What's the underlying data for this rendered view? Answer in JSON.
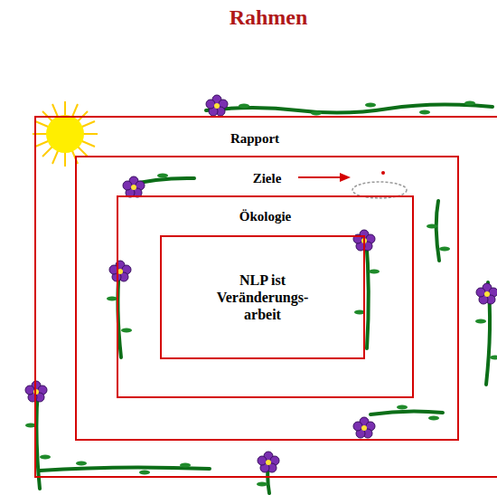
{
  "diagram": {
    "title": "Rahmen",
    "nodes": [
      {
        "text": [
          "Rapport"
        ]
      },
      {
        "text": [
          "Ziele"
        ],
        "in": 0
      },
      {
        "text": [
          "Ökologie"
        ],
        "in": 1
      },
      {
        "text": [
          "NLP ist Veränderungs- arbeit"
        ],
        "in": 2
      }
    ]
  }
}
